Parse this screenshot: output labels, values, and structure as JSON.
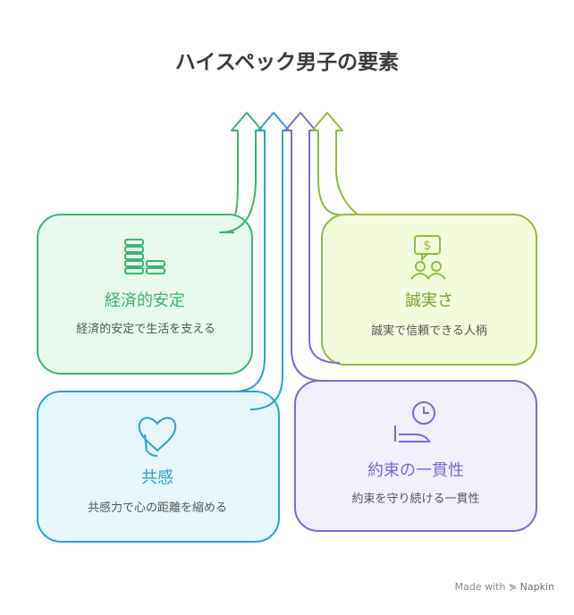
{
  "title": "ハイスペック男子の要素",
  "items": [
    {
      "label": "経済的安定",
      "description": "経済的安定で生活を支える",
      "icon": "coins-stack-icon",
      "color": "#3cb371",
      "fill": "#e6f9ec"
    },
    {
      "label": "誠実さ",
      "description": "誠実で信頼できる人柄",
      "icon": "people-dollar-icon",
      "color": "#8fbc3a",
      "fill": "#f3fbdc"
    },
    {
      "label": "共感",
      "description": "共感力で心の距離を縮める",
      "icon": "hand-heart-icon",
      "color": "#2aa3c8",
      "fill": "#e6f6fb"
    },
    {
      "label": "約束の一貫性",
      "description": "約束を守り続ける一貫性",
      "icon": "clock-hand-icon",
      "color": "#7b68d8",
      "fill": "#f1effc"
    }
  ],
  "footer": {
    "made_with": "Made with",
    "brand": "Napkin"
  }
}
